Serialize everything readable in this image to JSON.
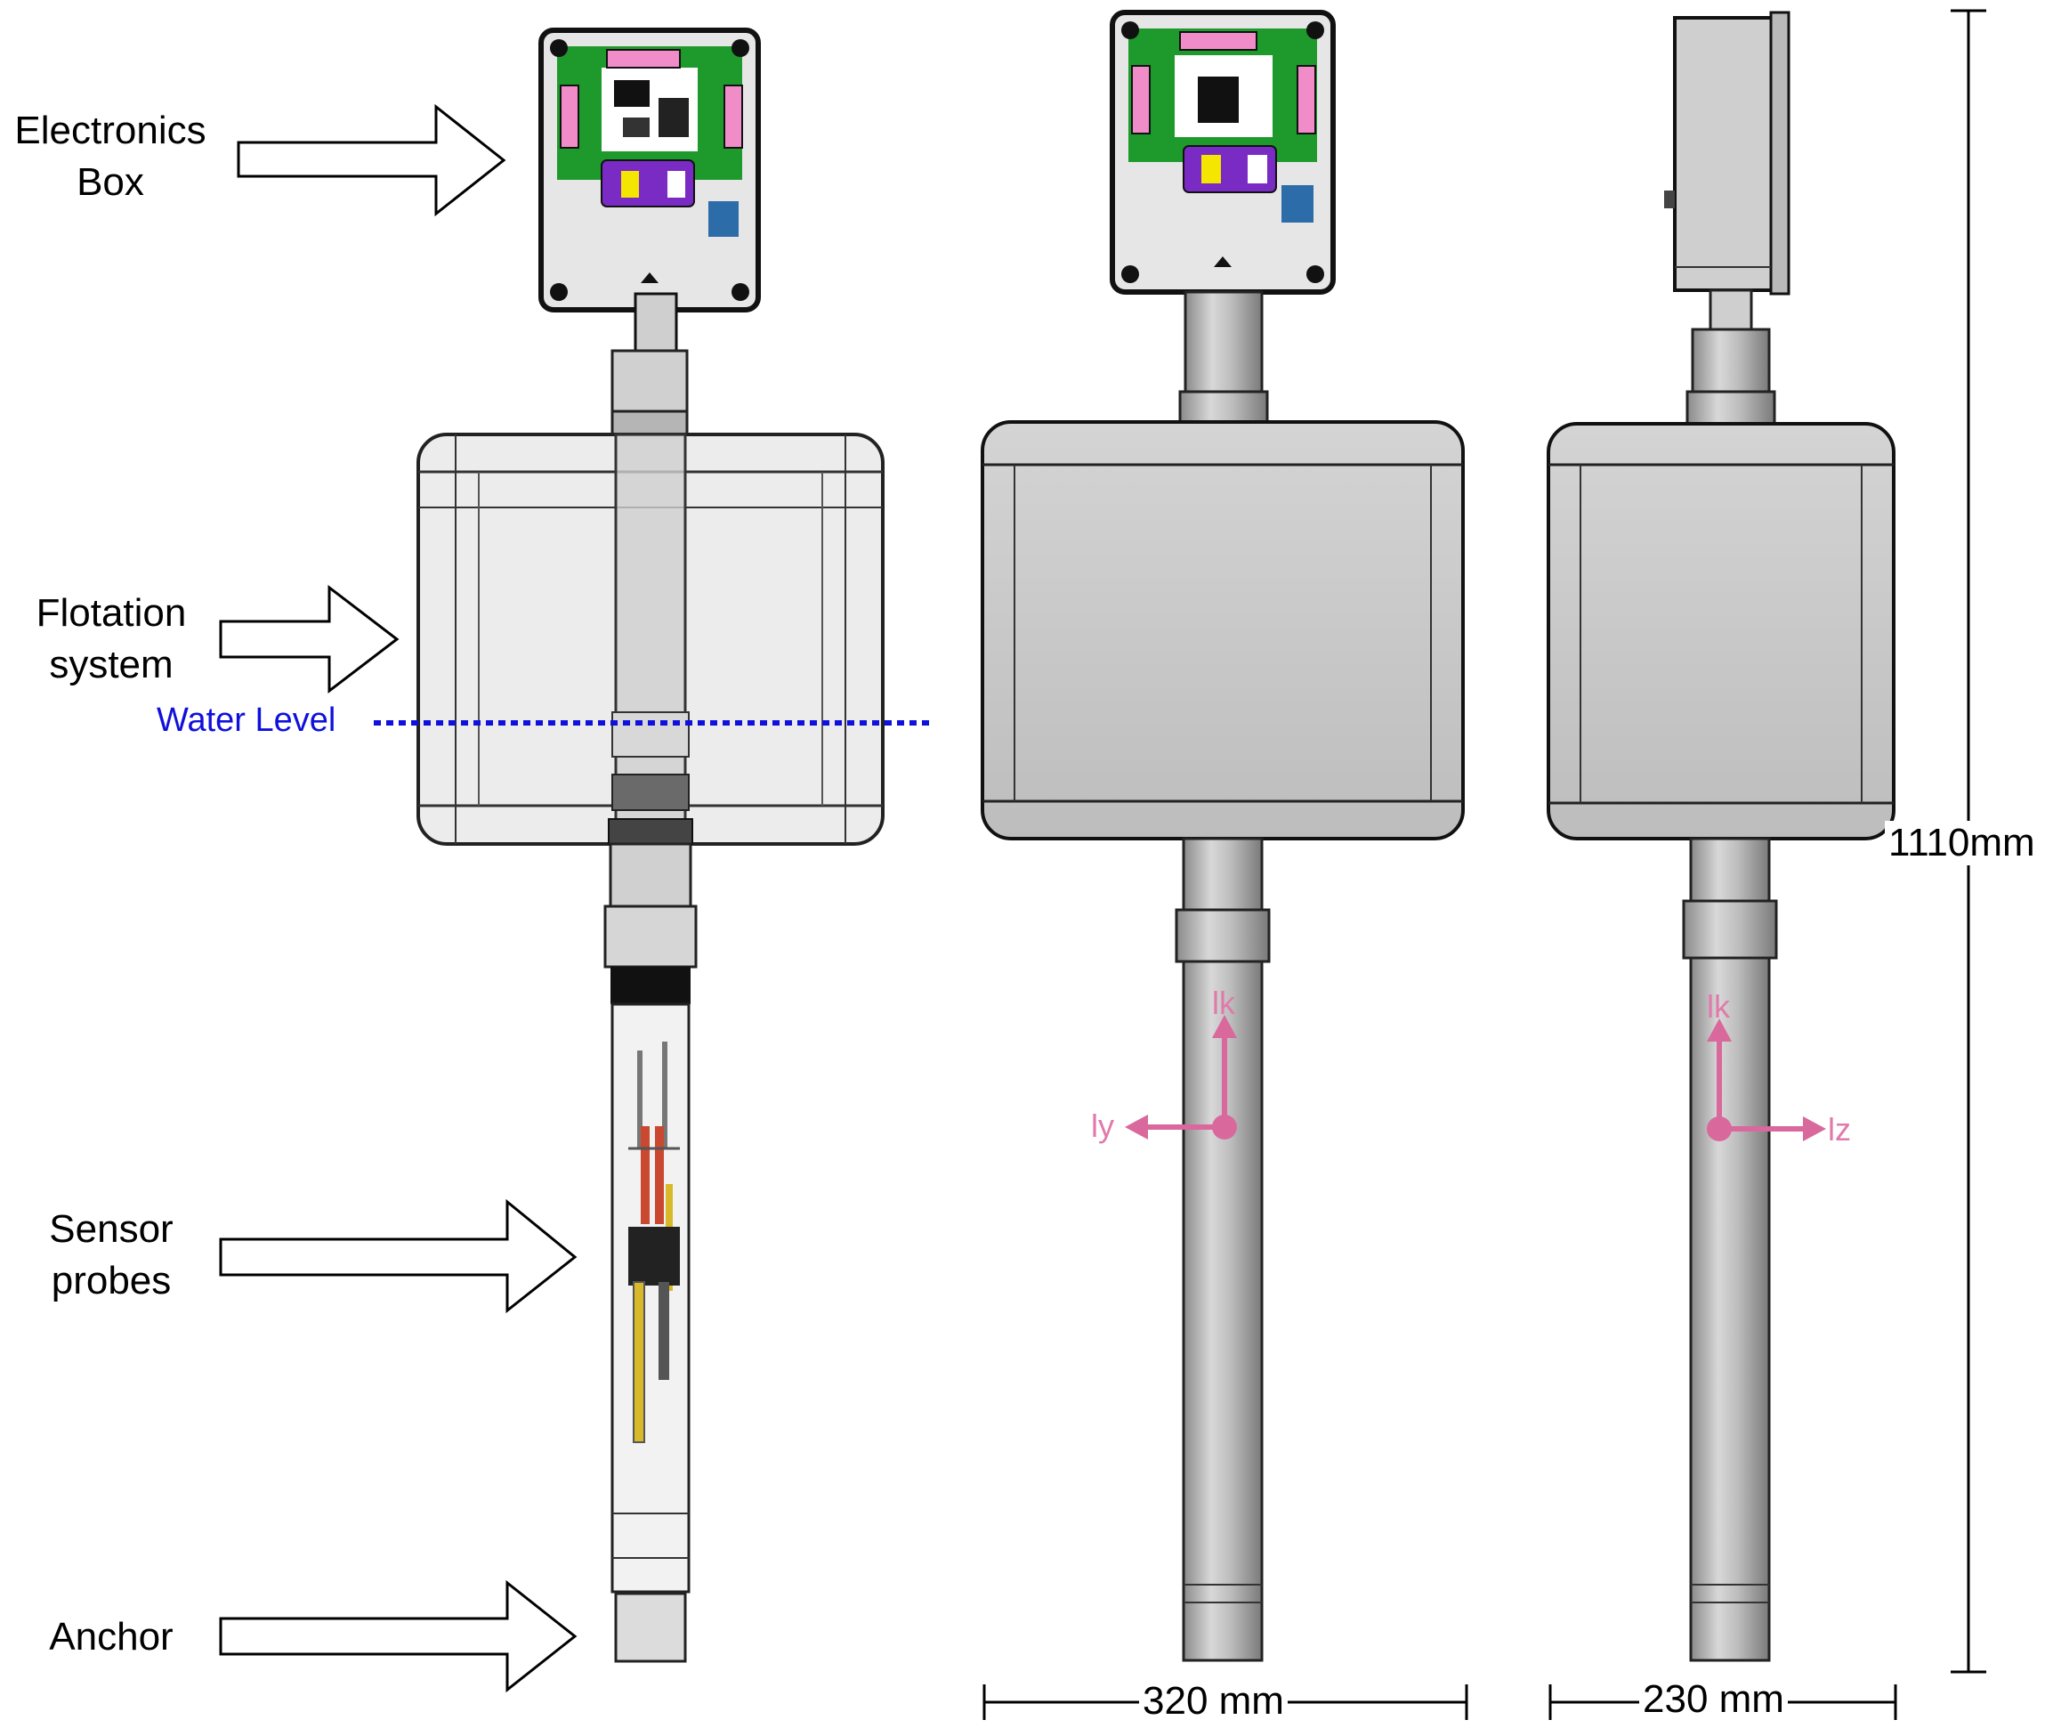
{
  "labels": {
    "electronics": [
      "Electronics",
      "Box"
    ],
    "flotation": [
      "Flotation",
      "system"
    ],
    "sensor": [
      "Sensor",
      "probes"
    ],
    "anchor": "Anchor",
    "water_level": "Water Level"
  },
  "dimensions": {
    "height": "1110mm",
    "front_width": "320 mm",
    "side_width": "230 mm"
  },
  "axis_labels": {
    "front": {
      "vertical": "lk",
      "horizontal": "ly"
    },
    "side": {
      "vertical": "lk",
      "horizontal": "lz"
    }
  },
  "colors": {
    "water_line": "#1010dd",
    "axis": "#d9689c",
    "board_green": "#1e9a2c",
    "connector_purple": "#7a2bc4",
    "header_pink": "#f08cc8",
    "body_grey": "#b9b9b9"
  }
}
